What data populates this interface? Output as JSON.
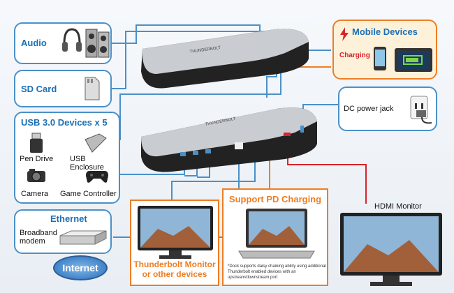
{
  "left_boxes": {
    "audio": {
      "title": "Audio"
    },
    "sd": {
      "title": "SD Card"
    },
    "usb": {
      "title": "USB 3.0 Devices x 5",
      "items": [
        "Pen Drive",
        "USB Enclosure",
        "Camera",
        "Game Controller"
      ]
    },
    "ethernet": {
      "title": "Ethernet",
      "label": "Broadband modem",
      "cloud": "Internet"
    }
  },
  "right_boxes": {
    "mobile": {
      "title": "Mobile Devices",
      "charging": "Charging"
    },
    "dc": {
      "title": "DC power jack"
    },
    "hdmi": {
      "title": "HDMI Monitor"
    }
  },
  "bottom_boxes": {
    "pd": {
      "title": "Support PD Charging",
      "note": "*Dock supports daisy chaining ability using additional Thunderbolt enabled devices with an upstream/downstream port"
    },
    "tb": {
      "title": "Thunderbolt Monitor or other devices"
    }
  },
  "dock_brand": "THUNDERBOLT",
  "colors": {
    "blue": "#4a90c8",
    "orange": "#ef7d22",
    "red": "#d8232a",
    "cable": "#4a90c8"
  }
}
